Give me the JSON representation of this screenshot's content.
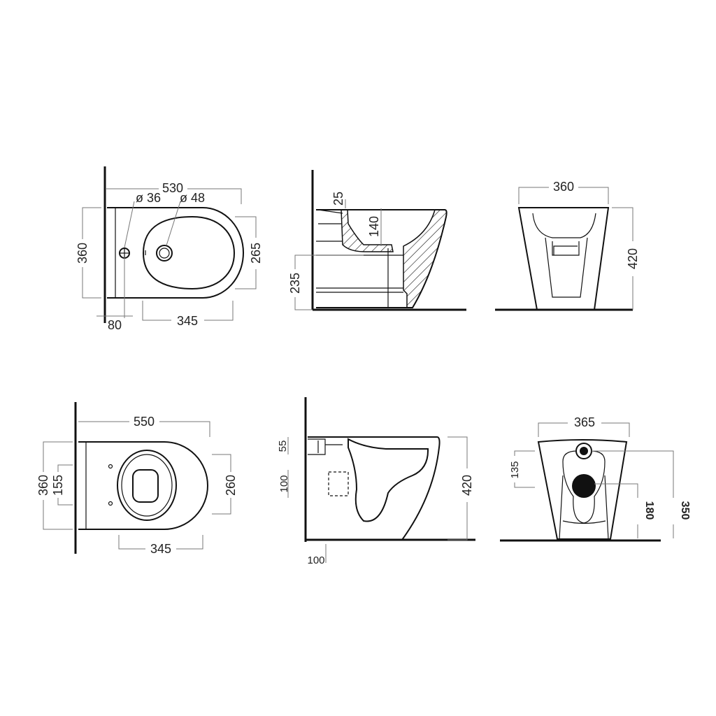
{
  "bidet_top_view": {
    "overall_length": "530",
    "hole_diameter_small": "ø 36",
    "hole_diameter_large": "ø 48",
    "width": "360",
    "bowl_width": "265",
    "hole_offset": "80",
    "bowl_length": "345"
  },
  "bidet_side_view": {
    "rim_thickness": "25",
    "bowl_depth": "140",
    "outlet_height": "235"
  },
  "bidet_front_view": {
    "width": "360",
    "height": "420"
  },
  "wc_top_view": {
    "overall_length": "550",
    "width": "360",
    "fixing_spacing": "155",
    "bowl_width": "260",
    "bowl_length": "345"
  },
  "wc_side_view": {
    "inlet_offset": "55",
    "outlet_size": "100",
    "height": "420",
    "outlet_distance": "100"
  },
  "wc_front_view": {
    "width": "365",
    "inlet_to_outlet": "135",
    "outlet_height": "180",
    "inlet_height": "350"
  }
}
